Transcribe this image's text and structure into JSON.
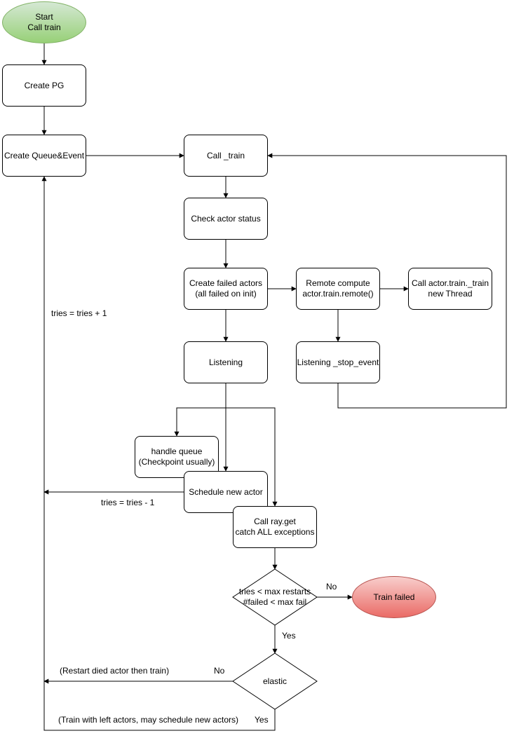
{
  "nodes": {
    "start": "Start\nCall train",
    "create_pg": "Create PG",
    "create_queue_event": "Create Queue&Event",
    "call_train": "Call _train",
    "check_actor_status": "Check actor status",
    "create_failed_actors": "Create failed actors\n(all failed on init)",
    "remote_compute": "Remote compute\nactor.train.remote()",
    "call_actor_train": "Call actor.train._train\nnew Thread",
    "listening": "Listening",
    "listening_stop_event": "Listening _stop_event",
    "handle_queue": "handle queue\n(Checkpoint usually)",
    "schedule_new_actor": "Schedule new actor",
    "call_ray_get": "Call ray.get\ncatch ALL exceptions",
    "tries_decision": "tries < max restarts\n#failed < max fail",
    "train_failed": "Train failed",
    "elastic_decision": "elastic"
  },
  "edge_labels": {
    "tries_plus": "tries = tries + 1",
    "tries_minus": "tries = tries - 1",
    "no_fail": "No",
    "yes_continue": "Yes",
    "no_elastic": "No",
    "restart_note": "(Restart died actor then train)",
    "yes_elastic": "Yes",
    "train_left_note": "(Train with left actors, may schedule new actors)"
  }
}
